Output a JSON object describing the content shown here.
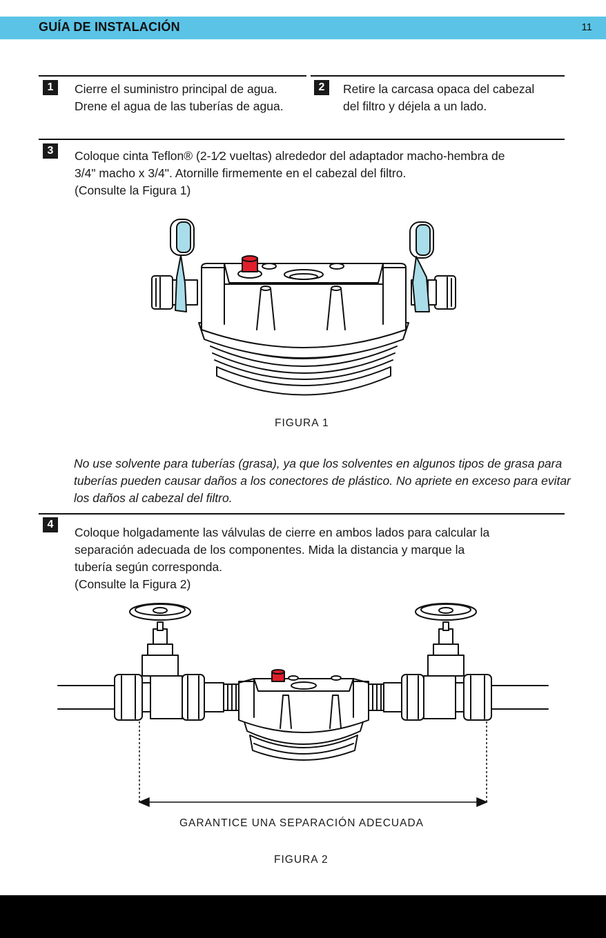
{
  "header": {
    "title": "GUÍA DE INSTALACIÓN",
    "page_number": "11"
  },
  "steps": [
    {
      "number": "1",
      "text": "Cierre el suministro principal de agua.\nDrene el agua de las tuberías de agua."
    },
    {
      "number": "2",
      "text": "Retire la carcasa opaca del cabezal\ndel filtro y déjela a un lado."
    },
    {
      "number": "3",
      "text": "Coloque cinta Teflon® (2-1⁄2 vueltas) alrededor del adaptador macho-hembra de\n3/4\" macho x 3/4\". Atornille firmemente en el cabezal del filtro.\n(Consulte la Figura 1)"
    },
    {
      "number": "4",
      "text": "Coloque holgadamente las válvulas de cierre en ambos lados para calcular la\nseparación adecuada de los componentes. Mida la distancia y marque la\ntubería según corresponda.\n(Consulte la Figura 2)"
    }
  ],
  "figure1": {
    "caption": "FIGURA 1"
  },
  "caution": "No use solvente para tuberías (grasa), ya que los solventes en algunos tipos de grasa para tuberías pueden causar daños a los conectores de plástico. No apriete en exceso para evitar los daños al cabezal del filtro.",
  "figure2": {
    "spacing_label": "GARANTICE UNA SEPARACIÓN ADECUADA",
    "caption": "FIGURA 2"
  },
  "colors": {
    "header_accent": "#5bc4e6",
    "teflon_tape": "#a9dde9",
    "button_red": "#e01e2c"
  }
}
